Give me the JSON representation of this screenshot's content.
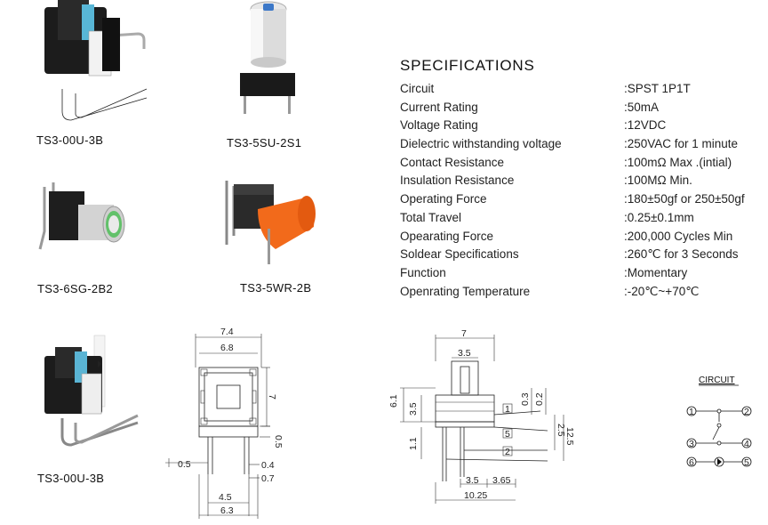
{
  "products": [
    {
      "label": "TS3-00U-3B"
    },
    {
      "label": "TS3-5SU-2S1"
    },
    {
      "label": "TS3-6SG-2B2"
    },
    {
      "label": "TS3-5WR-2B"
    },
    {
      "label": "TS3-00U-3B"
    }
  ],
  "specs": {
    "title": "SPECIFICATIONS",
    "rows": [
      {
        "name": "Circuit",
        "value": ":SPST 1P1T"
      },
      {
        "name": "Current Rating",
        "value": ":50mA"
      },
      {
        "name": "Voltage Rating",
        "value": ":12VDC"
      },
      {
        "name": "Dielectric withstanding voltage",
        "value": ":250VAC for 1 minute"
      },
      {
        "name": "Contact Resistance",
        "value": ":100mΩ Max .(intial)"
      },
      {
        "name": "Insulation Resistance",
        "value": ":100MΩ Min."
      },
      {
        "name": "Operating Force",
        "value": ":180±50gf or 250±50gf"
      },
      {
        "name": "Total Travel",
        "value": ":0.25±0.1mm"
      },
      {
        "name": "Opearating Force",
        "value": ":200,000 Cycles Min"
      },
      {
        "name": "Soldear Specifications",
        "value": ":260℃ for 3 Seconds"
      },
      {
        "name": "Function",
        "value": ":Momentary"
      },
      {
        "name": "Openrating Temperature",
        "value": ":-20℃~+70℃"
      }
    ]
  },
  "drawing_front": {
    "d_7_4": "7.4",
    "d_6_8": "6.8",
    "d_7": "7",
    "d_0_5_right": "0.5",
    "d_0_5_left": "0.5",
    "d_0_4": "0.4",
    "d_0_7": "0.7",
    "d_4_5": "4.5",
    "d_6_3": "6.3"
  },
  "drawing_side": {
    "d_7": "7",
    "d_3_5_top": "3.5",
    "d_6_1": "6.1",
    "d_3_5_left": "3.5",
    "d_1_1": "1.1",
    "d_0_3": "0.3",
    "d_0_2": "0.2",
    "d_2_5": "2.5",
    "d_12_5": "12.5",
    "d_3_5_bottom": "3.5",
    "d_3_65": "3.65",
    "d_10_25": "10.25",
    "pin_1": "1",
    "pin_5": "5",
    "pin_2": "2"
  },
  "circuit": {
    "title": "CIRCUIT",
    "pins": [
      "1",
      "2",
      "3",
      "4",
      "6",
      "5"
    ]
  }
}
